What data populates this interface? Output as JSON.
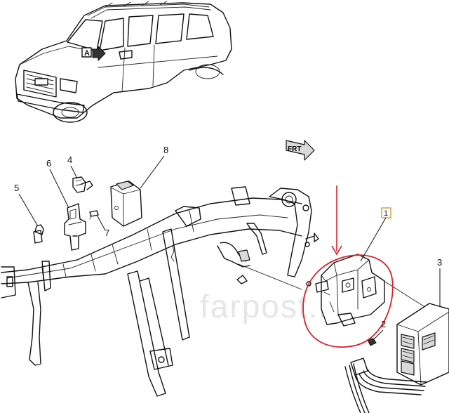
{
  "diagram": {
    "view_label": "A",
    "front_indicator": "FRT",
    "watermark": "farpost.ru",
    "callouts": [
      {
        "id": "c1",
        "label": "1",
        "boxed": true
      },
      {
        "id": "c2",
        "label": "2",
        "boxed": false
      },
      {
        "id": "c3",
        "label": "3",
        "boxed": false
      },
      {
        "id": "c4",
        "label": "4",
        "boxed": false
      },
      {
        "id": "c5",
        "label": "5",
        "boxed": false
      },
      {
        "id": "c6",
        "label": "6",
        "boxed": false
      },
      {
        "id": "c7",
        "label": "7",
        "boxed": false
      },
      {
        "id": "c8",
        "label": "8",
        "boxed": false
      }
    ],
    "highlight": {
      "color": "#d8202a",
      "shape": "ellipse",
      "arrow": "down"
    }
  }
}
